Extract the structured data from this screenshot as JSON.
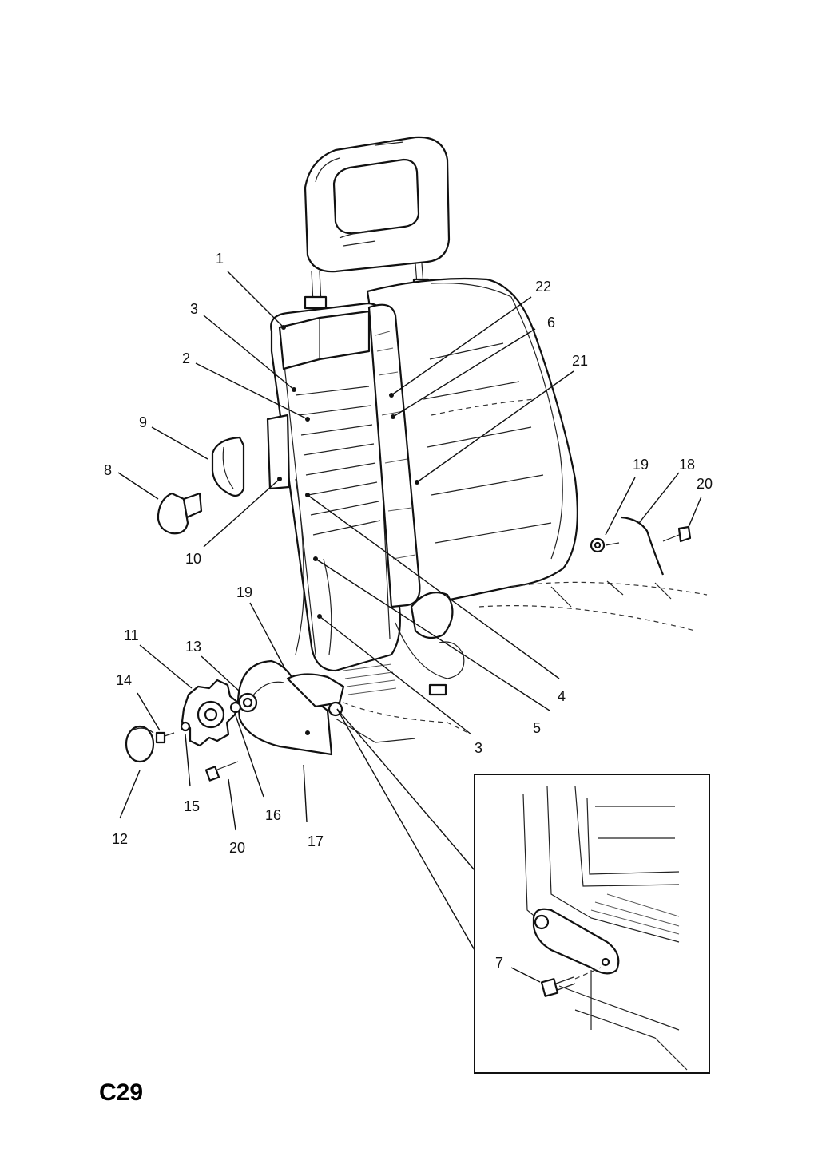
{
  "page": {
    "code": "C29"
  },
  "callouts": {
    "c1": "1",
    "c2": "2",
    "c3a": "3",
    "c3b": "3",
    "c4": "4",
    "c5": "5",
    "c6": "6",
    "c7": "7",
    "c8": "8",
    "c9": "9",
    "c10": "10",
    "c11": "11",
    "c12": "12",
    "c13": "13",
    "c14": "14",
    "c15": "15",
    "c16": "16",
    "c17": "17",
    "c18": "18",
    "c19a": "19",
    "c19b": "19",
    "c20a": "20",
    "c20b": "20",
    "c21": "21",
    "c22": "22"
  }
}
